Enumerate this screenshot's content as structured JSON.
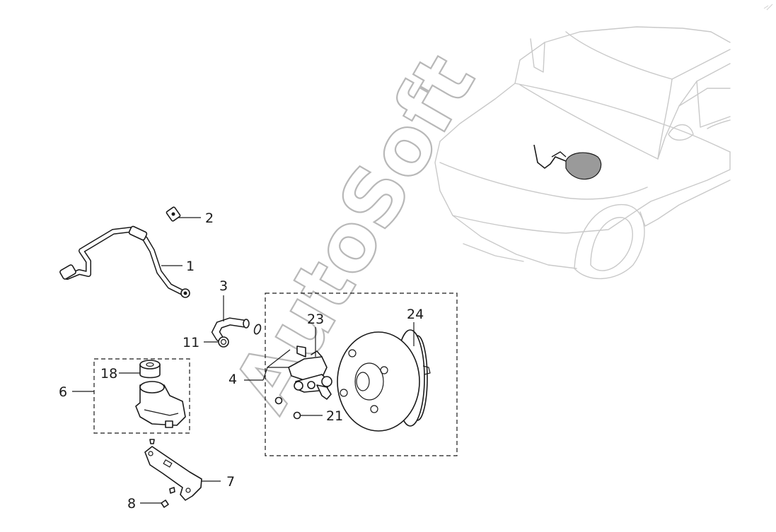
{
  "watermark": "AutoSoft",
  "callouts": {
    "c1": "1",
    "c2": "2",
    "c3": "3",
    "c4": "4",
    "c6": "6",
    "c7": "7",
    "c8": "8",
    "c11": "11",
    "c18": "18",
    "c21": "21",
    "c23": "23",
    "c24": "24"
  },
  "colors": {
    "highlight": "#9a9a9a",
    "car_outline": "#c9c9c9",
    "ink": "#1a1a1a"
  }
}
